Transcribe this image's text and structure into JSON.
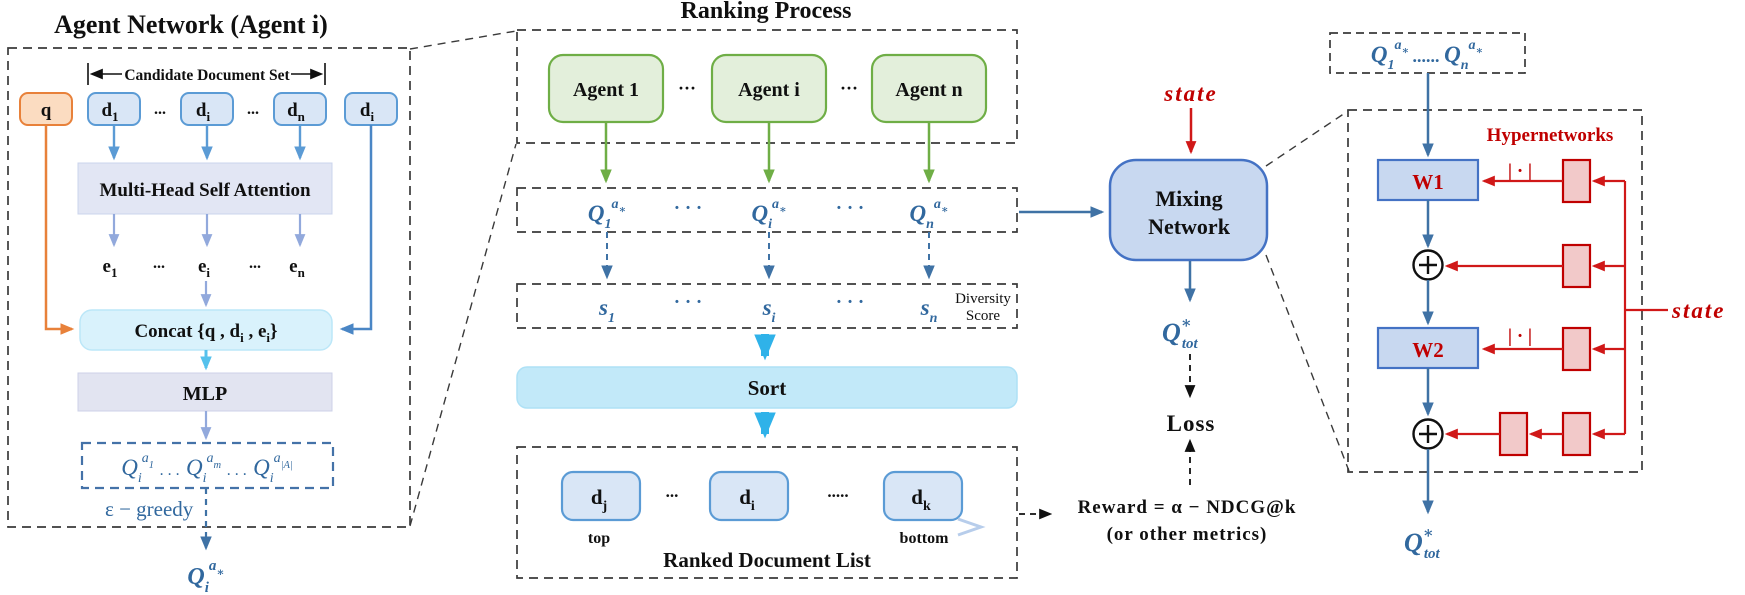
{
  "left": {
    "title": "Agent Network (Agent i)",
    "candidate_label": "Candidate Document Set",
    "q_label": "q",
    "dots": "...",
    "d1": {
      "base": "d",
      "sub": "1"
    },
    "di": {
      "base": "d",
      "sub": "i"
    },
    "dn": {
      "base": "d",
      "sub": "n"
    },
    "di_side": {
      "base": "d",
      "sub": "i"
    },
    "mhsa_label": "Multi-Head Self Attention",
    "e1": {
      "base": "e",
      "sub": "1"
    },
    "ei": {
      "base": "e",
      "sub": "i"
    },
    "en": {
      "base": "e",
      "sub": "n"
    },
    "concat": {
      "p1": "Concat {q , d",
      "s1": "i",
      "p2": " , e",
      "s2": "i",
      "p3": "}"
    },
    "mlp_label": "MLP",
    "q_row": {
      "t1": {
        "base": "Q",
        "sub": "i",
        "sup": "a",
        "sup_sub": "1"
      },
      "dots": ". . .",
      "t2": {
        "base": "Q",
        "sub": "i",
        "sup": "a",
        "sup_sub": "m"
      },
      "t3": {
        "base": "Q",
        "sub": "i",
        "sup": "a",
        "sup_sub": "|A|"
      }
    },
    "egreedy": "ε − greedy",
    "q_out": {
      "base": "Q",
      "sub": "i",
      "sup": "a",
      "sup_sub": "∗"
    }
  },
  "middle": {
    "title": "Ranking Process",
    "agents": [
      {
        "label": "Agent 1"
      },
      {
        "label": "Agent i"
      },
      {
        "label": "Agent n"
      }
    ],
    "agent_dots": "···",
    "q_row": [
      {
        "base": "Q",
        "sub": "1",
        "sup": "a",
        "sup_sub": "∗"
      },
      {
        "base": "Q",
        "sub": "i",
        "sup": "a",
        "sup_sub": "∗"
      },
      {
        "base": "Q",
        "sub": "n",
        "sup": "a",
        "sup_sub": "∗"
      }
    ],
    "row_dots": "· · ·",
    "s_row": [
      {
        "base": "s",
        "sub": "1"
      },
      {
        "base": "s",
        "sub": "i"
      },
      {
        "base": "s",
        "sub": "n"
      }
    ],
    "diversity": {
      "line1": "Diversity",
      "line2": "Score"
    },
    "sort_label": "Sort",
    "ranked": {
      "dj": {
        "base": "d",
        "sub": "j"
      },
      "dots1": "...",
      "di": {
        "base": "d",
        "sub": "i"
      },
      "dots2": ".....",
      "dk": {
        "base": "d",
        "sub": "k"
      },
      "top": "top",
      "bottom": "bottom",
      "title": "Ranked Document List"
    }
  },
  "mixing": {
    "state_label": "state",
    "line1": "Mixing",
    "line2": "Network",
    "q_tot": {
      "base": "Q",
      "sup": "∗",
      "sub": "tot"
    },
    "loss_label": "Loss",
    "reward_line1": "Reward = α − NDCG@k",
    "reward_line2": "(or other metrics)"
  },
  "right": {
    "q_box": {
      "q1": {
        "base": "Q",
        "sub": "1",
        "sup": "a",
        "sup_sub": "∗"
      },
      "dots": "......",
      "qn": {
        "base": "Q",
        "sub": "n",
        "sup": "a",
        "sup_sub": "∗"
      }
    },
    "hypernetworks_label": "Hypernetworks",
    "w1_label": "W1",
    "w2_label": "W2",
    "abs_label": "| · |",
    "state_label": "state",
    "q_tot": {
      "base": "Q",
      "sup": "∗",
      "sub": "tot"
    }
  },
  "colors": {
    "doc_blue_fill": "#D9E6F6",
    "doc_blue_border": "#5B9BD5",
    "query_orange_fill": "#FBDCC1",
    "query_orange_border": "#E8813A",
    "agent_green_fill": "#E3EFDB",
    "agent_green_border": "#6FAE46",
    "lavender_fill": "#E2E5F3",
    "cyan_fill": "#D9F2FC",
    "sort_fill": "#C2E9F9",
    "mixing_fill": "#C8D8F0",
    "mixing_border": "#4472C4",
    "hyper_fill": "#F2C9C9",
    "hyper_red": "#C00000",
    "steel_text": "#31689E",
    "thick_cyan": "#2FB2E9"
  }
}
